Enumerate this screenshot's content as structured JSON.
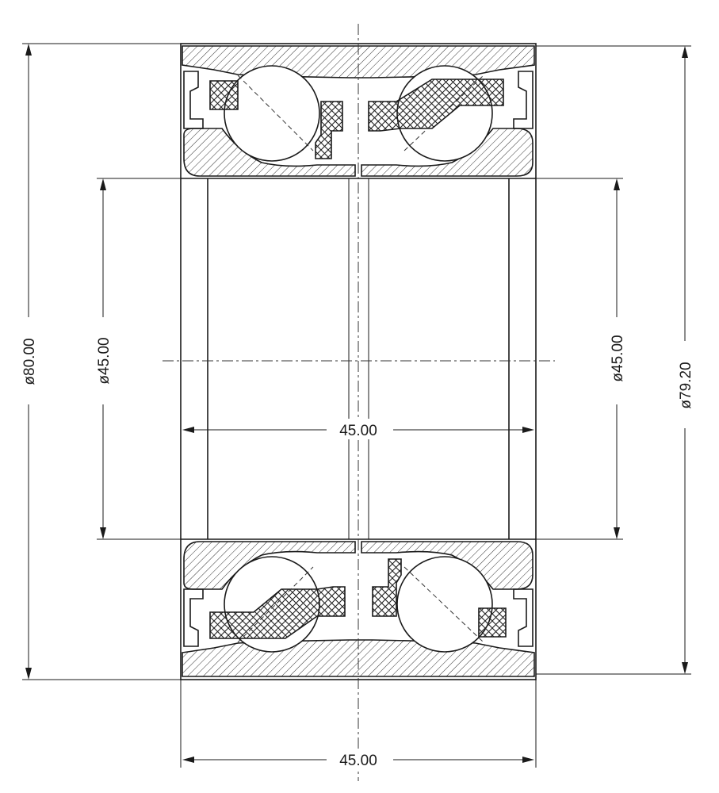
{
  "dimensions": {
    "outer_diameter_left": "ø80.00",
    "bore_diameter_left": "ø45.00",
    "bore_diameter_right": "ø45.00",
    "outer_diameter_right": "ø79.20",
    "inner_width": "45.00",
    "overall_width": "45.00"
  }
}
